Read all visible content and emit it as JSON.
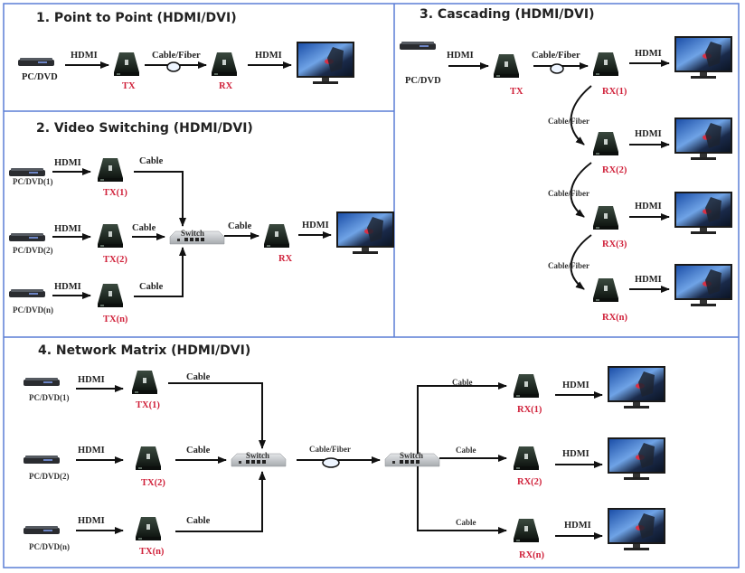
{
  "colors": {
    "border": "#5b7fd6",
    "device_label": "#d0213a",
    "text": "#222222"
  },
  "panels": {
    "p1": {
      "title": "1. Point to Point (HDMI/DVI)",
      "source": "PC/DVD",
      "tx": "TX",
      "rx": "RX",
      "link1": "HDMI",
      "link2": "Cable/Fiber",
      "link3": "HDMI"
    },
    "p2": {
      "title": "2. Video Switching (HDMI/DVI)",
      "sources": [
        "PC/DVD(1)",
        "PC/DVD(2)",
        "PC/DVD(n)"
      ],
      "txs": [
        "TX(1)",
        "TX(2)",
        "TX(n)"
      ],
      "hdmi": "HDMI",
      "cable": "Cable",
      "switch": "Switch",
      "rx": "RX"
    },
    "p3": {
      "title": "3. Cascading (HDMI/DVI)",
      "source": "PC/DVD",
      "tx": "TX",
      "hdmi": "HDMI",
      "link": "Cable/Fiber",
      "rxs": [
        "RX(1)",
        "RX(2)",
        "RX(3)",
        "RX(n)"
      ]
    },
    "p4": {
      "title": "4. Network Matrix (HDMI/DVI)",
      "sources": [
        "PC/DVD(1)",
        "PC/DVD(2)",
        "PC/DVD(n)"
      ],
      "txs": [
        "TX(1)",
        "TX(2)",
        "TX(n)"
      ],
      "rxs": [
        "RX(1)",
        "RX(2)",
        "RX(n)"
      ],
      "hdmi": "HDMI",
      "cable": "Cable",
      "link": "Cable/Fiber",
      "switch": "Switch"
    }
  }
}
